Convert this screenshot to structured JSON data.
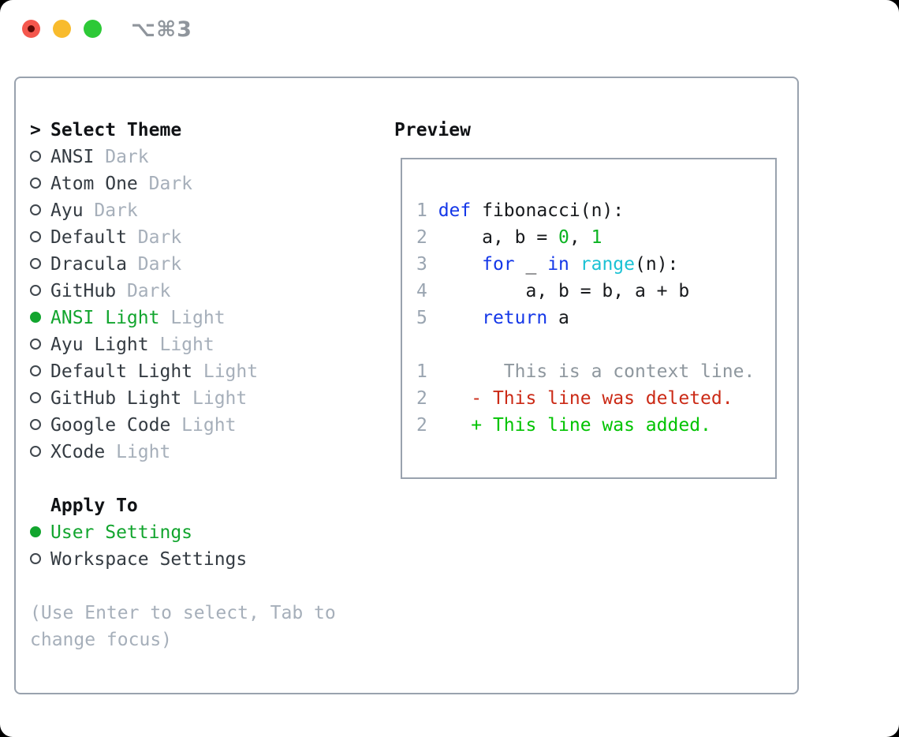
{
  "window": {
    "title": "⌥⌘3",
    "traffic_lights": [
      {
        "name": "close",
        "color": "#f4574d"
      },
      {
        "name": "minimize",
        "color": "#f8bb2d"
      },
      {
        "name": "zoom",
        "color": "#2dc937"
      }
    ]
  },
  "colors": {
    "tl_close": "#f4574d",
    "tl_close_dot": "#5c0a06",
    "tl_min": "#f8bb2d",
    "tl_zoom": "#2dc937",
    "title_gray": "#8f959c",
    "border_gray": "#99a2ae",
    "marker_stroke": "#40474e",
    "accent_green": "#12a52e",
    "list_fg": "#343b42",
    "muted": "#a6afba",
    "code_fg": "#17191c",
    "linenum": "#9aa5b1",
    "context_gray": "#8e979e",
    "keyword_blue": "#1437e8",
    "builtin_cyan": "#1bc2d4",
    "number_green": "#0bb321",
    "deleted_red": "#cb2a16",
    "added_green": "#00c300"
  },
  "theme_selector": {
    "header_marker": ">",
    "header": "Select Theme",
    "items": [
      {
        "name": "ANSI",
        "variant": "Dark",
        "selected": false
      },
      {
        "name": "Atom One",
        "variant": "Dark",
        "selected": false
      },
      {
        "name": "Ayu",
        "variant": "Dark",
        "selected": false
      },
      {
        "name": "Default",
        "variant": "Dark",
        "selected": false
      },
      {
        "name": "Dracula",
        "variant": "Dark",
        "selected": false
      },
      {
        "name": "GitHub",
        "variant": "Dark",
        "selected": false
      },
      {
        "name": "ANSI Light",
        "variant": "Light",
        "selected": true
      },
      {
        "name": "Ayu Light",
        "variant": "Light",
        "selected": false
      },
      {
        "name": "Default Light",
        "variant": "Light",
        "selected": false
      },
      {
        "name": "GitHub Light",
        "variant": "Light",
        "selected": false
      },
      {
        "name": "Google Code",
        "variant": "Light",
        "selected": false
      },
      {
        "name": "XCode",
        "variant": "Light",
        "selected": false
      }
    ],
    "apply_to": {
      "header": "Apply To",
      "options": [
        {
          "name": "User Settings",
          "selected": true
        },
        {
          "name": "Workspace Settings",
          "selected": false
        }
      ]
    },
    "help_lines": [
      "(Use Enter to select, Tab to",
      "change focus)"
    ]
  },
  "preview": {
    "header": "Preview",
    "code_lines": [
      {
        "number": "1",
        "spans": [
          {
            "t": "def",
            "c": "kw"
          },
          {
            "t": " fibonacci(n):",
            "c": "fg"
          }
        ]
      },
      {
        "number": "2",
        "spans": [
          {
            "t": "    a, b = ",
            "c": "fg"
          },
          {
            "t": "0",
            "c": "num"
          },
          {
            "t": ", ",
            "c": "fg"
          },
          {
            "t": "1",
            "c": "num"
          }
        ]
      },
      {
        "number": "3",
        "spans": [
          {
            "t": "    ",
            "c": "fg"
          },
          {
            "t": "for",
            "c": "kw"
          },
          {
            "t": " _ ",
            "c": "fg"
          },
          {
            "t": "in",
            "c": "kw"
          },
          {
            "t": " ",
            "c": "fg"
          },
          {
            "t": "range",
            "c": "fn"
          },
          {
            "t": "(n):",
            "c": "fg"
          }
        ]
      },
      {
        "number": "4",
        "spans": [
          {
            "t": "        a, b = b, a + b",
            "c": "fg"
          }
        ]
      },
      {
        "number": "5",
        "spans": [
          {
            "t": "    ",
            "c": "fg"
          },
          {
            "t": "return",
            "c": "kw"
          },
          {
            "t": " a",
            "c": "fg"
          }
        ]
      }
    ],
    "diff_lines": [
      {
        "number": "1",
        "spans": [
          {
            "t": "      This is a context line.",
            "c": "ctx"
          }
        ]
      },
      {
        "number": "2",
        "spans": [
          {
            "t": "   ",
            "c": "fg"
          },
          {
            "t": "- This line was deleted.",
            "c": "del"
          }
        ]
      },
      {
        "number": "2",
        "spans": [
          {
            "t": "   ",
            "c": "fg"
          },
          {
            "t": "+ This line was added.",
            "c": "add"
          }
        ]
      }
    ]
  }
}
